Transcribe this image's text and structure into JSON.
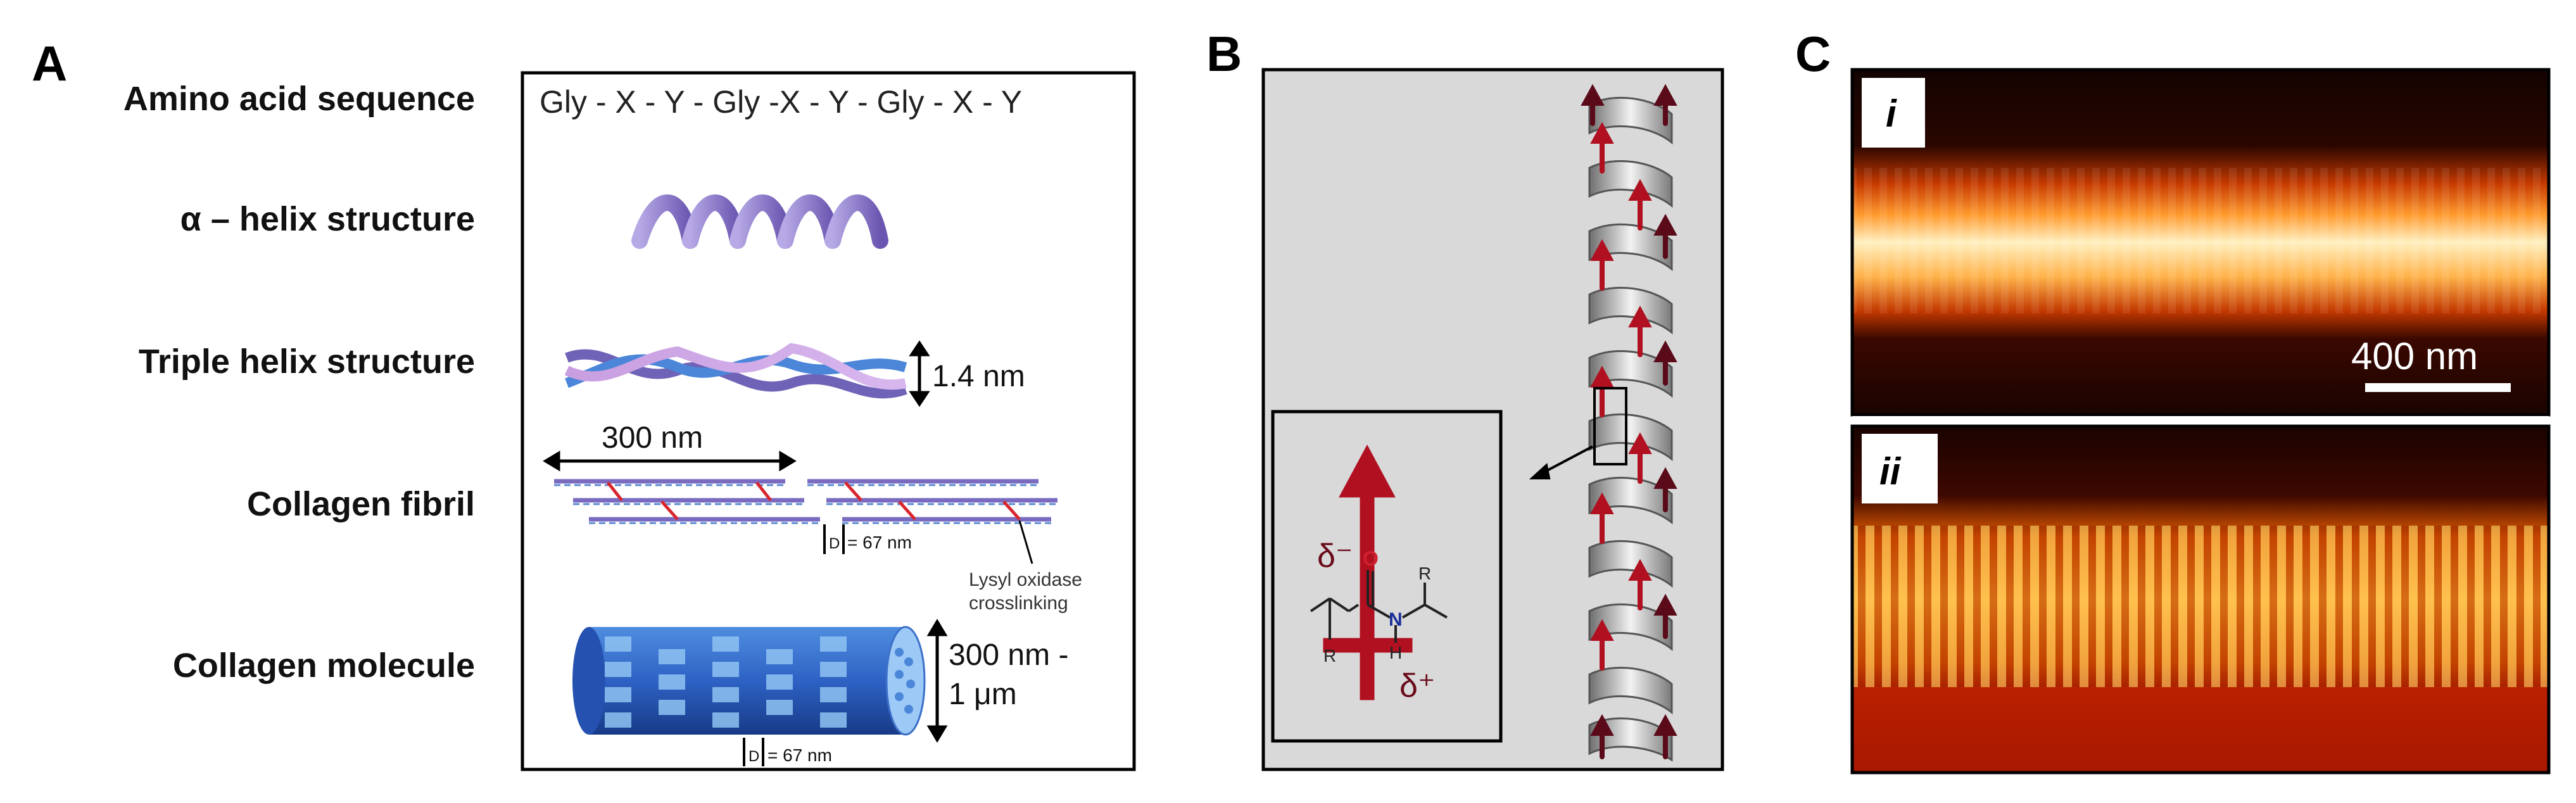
{
  "panels": {
    "a": {
      "letter": "A",
      "row_labels": [
        "Amino acid sequence",
        "α – helix structure",
        "Triple helix structure",
        "Collagen fibril",
        "Collagen molecule"
      ],
      "sequence_text": "Gly - X - Y - Gly -X - Y - Gly - X - Y",
      "triple_helix_dim": "1.4 nm",
      "fibril_length": "300 nm",
      "fibril_d_label": "= 67 nm",
      "d_symbol": "D",
      "crosslink_line1": "Lysyl oxidase",
      "crosslink_line2": "crosslinking",
      "molecule_dim_line1": "300 nm -",
      "molecule_dim_line2": "1 μm",
      "molecule_d_label": "= 67 nm"
    },
    "b": {
      "letter": "B",
      "delta_minus": "δ⁻",
      "delta_plus": "δ⁺",
      "atom_o": "O",
      "atom_n": "N",
      "atom_h": "H",
      "r_group": "R"
    },
    "c": {
      "letter": "C",
      "sub_i": "i",
      "sub_ii": "ii",
      "scale_bar": "400 nm"
    }
  },
  "colors": {
    "helix_purple": "#7b6bb8",
    "collagen_blue": "#2b63c9",
    "arrow_red": "#b01020",
    "arrow_dark": "#5a0a18",
    "panel_b_bg": "#d9d9d9"
  }
}
